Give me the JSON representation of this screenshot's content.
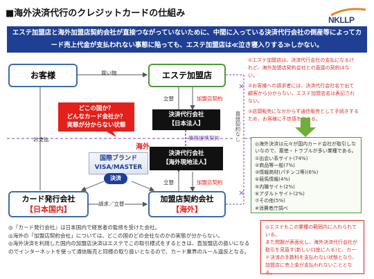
{
  "title": "■海外決済代行のクレジットカードの仕組み",
  "logo": "NKLLP",
  "banner": "エステ加盟店と海外加盟店契約会社が直接つながっていないために、中間に入っている決済代行会社の倒産等によってカード売上代金が支払われない事態に陥っても、エステ加盟店は≪泣き寝入りする≫しかない。",
  "nodes": {
    "customer": "お客様",
    "esthe": "エステ加盟店",
    "agent_jp": [
      "決済代行会社",
      "【日本法人】"
    ],
    "agent_os": [
      "決済代行会社",
      "【海外現地法人】"
    ],
    "brand": [
      "国際ブランド",
      "VISA/MASTER"
    ],
    "settle": "決済",
    "issuer": [
      "カード発行会社",
      "【日本国内】"
    ],
    "acquirer": [
      "加盟店契約会社",
      "【海外】"
    ]
  },
  "callout": [
    "どこの国か？",
    "どんなカード会社か？",
    "実態が分からない状態"
  ],
  "labels": {
    "purchase": "買い物",
    "merchant_contract_top": "加盟店契約",
    "stand1": "立替",
    "business_contract": "業務提携契約",
    "overseas": "海外",
    "merchant_contract_bottom": "加盟店契約",
    "stand2": "立替",
    "payment": "お支払",
    "billing": "請求／立替",
    "no_direct": "直接契約なし"
  },
  "marks": {
    "cross": "×"
  },
  "right_notes": [
    "①エステ加盟店は、決済代行会社の支払になるけれど、海外加盟店契約会社との直接の契約はない。",
    "②お客様への請求者には、決済代行会社名で出て顧客から分からない、エステ加盟店名は表記されない。",
    "③店頭販売になかからず通信販売として手続きするため、お客様に不信感を与える。"
  ],
  "green_box": [
    "◎海外決済は元々が国内カード会社が取引しないなので、悪徳・トラブルが多い業種である。",
    "①出会い系サイト(74%)",
    "②商品等一般(7%)",
    "③情報商材(パチンコ等)(6%)",
    "④競馬情報(4%)",
    "⑤内職サイト(2%)",
    "⑥アダルトサイト(2%)",
    "⑦その他(5%)",
    "※消費者庁調べ"
  ],
  "red_box": [
    "◎エステもこの業種の範囲内に入れられている。",
    "また問題が表面化し、海外決済代行会社が取引を見直す(新しい口座に入る)と、カード決済の手数料を支払わない状態となり、加盟店に売上金が支払われないこととなる。"
  ],
  "bottom_notes": [
    "◎『カード発行会社』は日本国内で経営者の監修を受けた会社。",
    "◎海外の「加盟店契約会社」については、どこの国のどの会社なのかの実態が分からない。",
    "◎海外決済を利用した国内の加盟店決済はエステでこの取引様式をするときは、直加盟店の扱いになるのでインターネットを使って通信販売と同様の取り扱いとなるので、カード業界のルール違反となる。"
  ]
}
